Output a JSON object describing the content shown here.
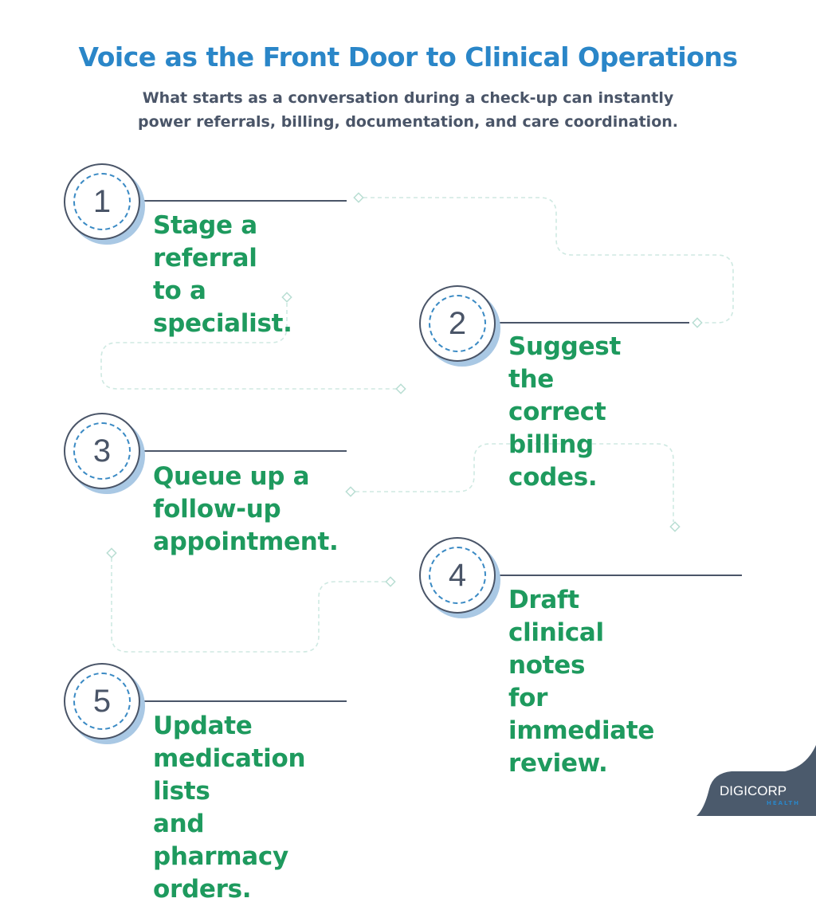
{
  "title": "Voice as the Front Door  to Clinical Operations",
  "subtitle": {
    "line1": "What starts as a conversation during a check-up can instantly",
    "line2": "power referrals, billing, documentation, and care coordination."
  },
  "steps": [
    {
      "number": "1",
      "line1": "Stage a referral",
      "line2": "to a specialist."
    },
    {
      "number": "2",
      "line1": "Suggest the correct",
      "line2": "billing codes."
    },
    {
      "number": "3",
      "line1": "Queue up a follow-up",
      "line2": "appointment."
    },
    {
      "number": "4",
      "line1": "Draft clinical notes",
      "line2": "for immediate review."
    },
    {
      "number": "5",
      "line1": "Update medication lists",
      "line2": "and pharmacy orders."
    }
  ],
  "logo": {
    "name": "DIGICORP",
    "sub": "HEALTH"
  },
  "colors": {
    "title": "#2a86c8",
    "step_text": "#1e9a5e",
    "outline": "#4a5568",
    "connector": "#cfe9e2",
    "logo_bg": "#4b5a6c"
  }
}
